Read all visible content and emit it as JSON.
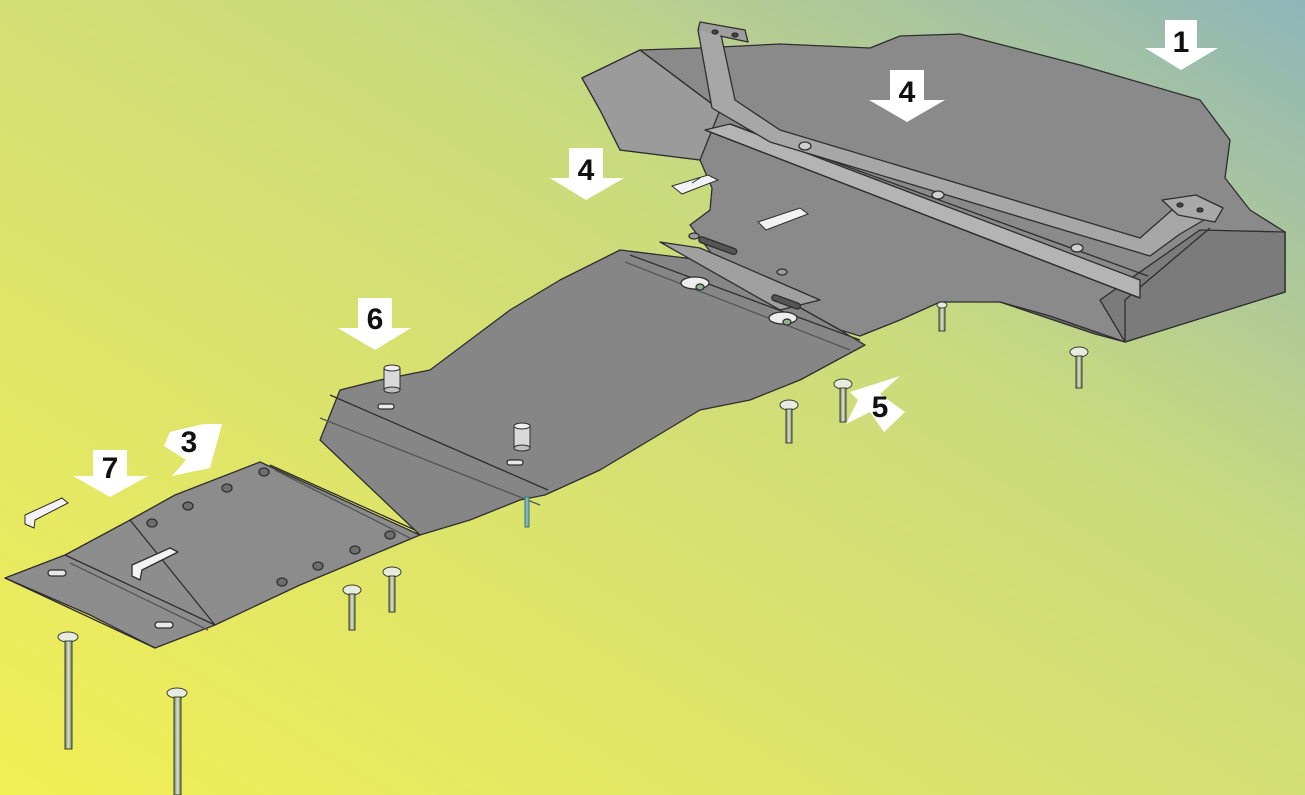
{
  "figure": {
    "colors": {
      "bg_top_right": "#8fb5b8",
      "bg_mid": "#c9da7e",
      "bg_bottom_left": "#f2ef55",
      "plate_fill": "#8a8a8a",
      "plate_light": "#9c9c9c",
      "plate_edge": "#2e2e2e",
      "arrow_fill": "#ffffff",
      "bolt_fill": "#b9c2a8"
    },
    "callouts": [
      {
        "id": "callout-1",
        "label": "1",
        "direction": "down"
      },
      {
        "id": "callout-4-right",
        "label": "4",
        "direction": "down"
      },
      {
        "id": "callout-4-left",
        "label": "4",
        "direction": "down"
      },
      {
        "id": "callout-6",
        "label": "6",
        "direction": "down"
      },
      {
        "id": "callout-5",
        "label": "5",
        "direction": "up-left"
      },
      {
        "id": "callout-3",
        "label": "3",
        "direction": "down-left"
      },
      {
        "id": "callout-7",
        "label": "7",
        "direction": "down"
      }
    ]
  }
}
